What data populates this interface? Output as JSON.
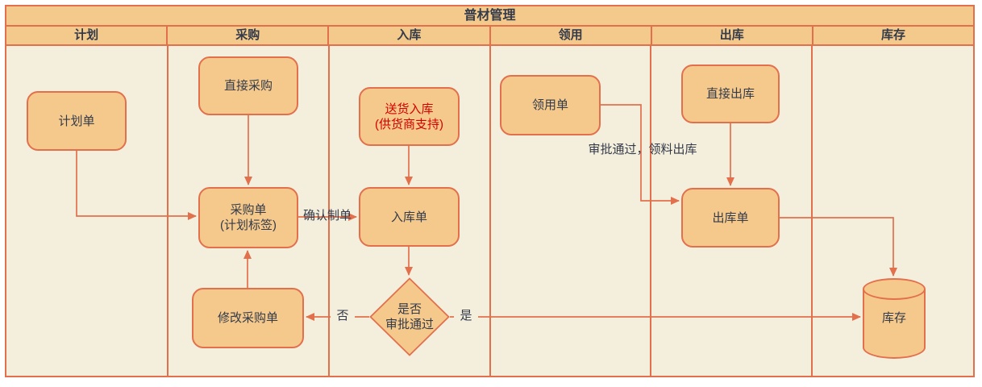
{
  "title": "普材管理",
  "lanes": [
    {
      "label": "计划"
    },
    {
      "label": "采购"
    },
    {
      "label": "入库"
    },
    {
      "label": "领用"
    },
    {
      "label": "出库"
    },
    {
      "label": "库存"
    }
  ],
  "nodes": {
    "plan_order": {
      "label": "计划单"
    },
    "direct_purchase": {
      "label": "直接采购"
    },
    "purchase_order": {
      "line1": "采购单",
      "line2": "(计划标签)"
    },
    "modify_purchase_order": {
      "label": "修改采购单"
    },
    "delivery_inbound": {
      "line1": "送货入库",
      "line2": "(供货商支持)"
    },
    "inbound_order": {
      "label": "入库单"
    },
    "approval_decision": {
      "line1": "是否",
      "line2": "审批通过"
    },
    "requisition_order": {
      "label": "领用单"
    },
    "direct_outbound": {
      "label": "直接出库"
    },
    "outbound_order": {
      "label": "出库单"
    },
    "inventory": {
      "label": "库存"
    }
  },
  "edge_labels": {
    "confirm_order": "确认制单",
    "no": "否",
    "yes": "是",
    "approved_outbound": "审批通过，领料出库"
  },
  "colors": {
    "border": "#e2704c",
    "node_fill": "#f5c98c",
    "header_fill": "#f3c98c",
    "lane_bg": "#f4efdc",
    "text": "#333a49",
    "alert_text": "#d40000"
  }
}
